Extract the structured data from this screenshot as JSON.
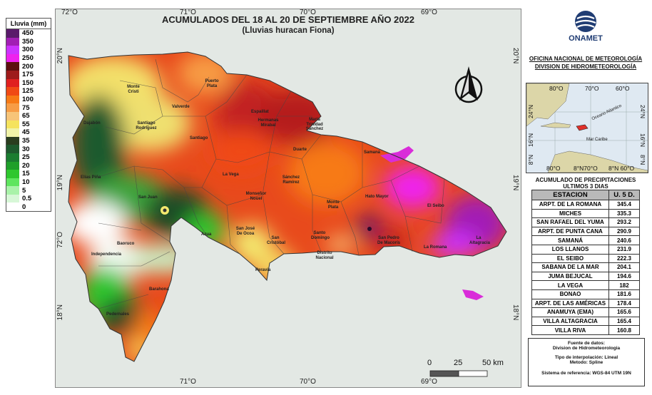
{
  "legend": {
    "title": "Lluvia (mm)",
    "items": [
      {
        "label": "450",
        "color": "#5a1a6b"
      },
      {
        "label": "350",
        "color": "#a21fb4"
      },
      {
        "label": "300",
        "color": "#cc33ff"
      },
      {
        "label": "250",
        "color": "#ee22ee"
      },
      {
        "label": "200",
        "color": "#5c0f0f"
      },
      {
        "label": "175",
        "color": "#9e1b1b"
      },
      {
        "label": "150",
        "color": "#e02020"
      },
      {
        "label": "125",
        "color": "#f04a15"
      },
      {
        "label": "100",
        "color": "#f77a16"
      },
      {
        "label": "75",
        "color": "#f79c45"
      },
      {
        "label": "65",
        "color": "#f7c478"
      },
      {
        "label": "55",
        "color": "#f5e35d"
      },
      {
        "label": "45",
        "color": "#f0f3a8"
      },
      {
        "label": "35",
        "color": "#2a3d1f"
      },
      {
        "label": "30",
        "color": "#1e5a2e"
      },
      {
        "label": "25",
        "color": "#1b7d31"
      },
      {
        "label": "20",
        "color": "#1f9f2a"
      },
      {
        "label": "15",
        "color": "#2ec72e"
      },
      {
        "label": "10",
        "color": "#5ee55e"
      },
      {
        "label": "5",
        "color": "#a9f2a9"
      },
      {
        "label": "0.5",
        "color": "#d7f7d7"
      },
      {
        "label": "0",
        "color": "#ffffff"
      }
    ]
  },
  "map": {
    "title": "ACUMULADOS DEL 18 AL 20 DE SEPTIEMBRE AÑO 2022",
    "subtitle": "(Lluvias huracan Fiona)",
    "coords_top": [
      "72°O",
      "71°O",
      "70°O",
      "69°O"
    ],
    "coords_bottom": [
      "71°O",
      "70°O",
      "69°O"
    ],
    "coords_left": [
      "20°N",
      "19°N",
      "72°O",
      "18°N"
    ],
    "coords_right": [
      "20°N",
      "19°N",
      "18°N"
    ],
    "places": [
      "Monte Cristi",
      "Puerto Plata",
      "Valverde",
      "Dajabón",
      "Santiago Rodríguez",
      "Santiago",
      "Espaillat",
      "Hermanas Mirabal",
      "María Trinidad Sánchez",
      "Duarte",
      "Samaná",
      "Elías Piña",
      "La Vega",
      "Sánchez Ramírez",
      "San Juan",
      "Monseñor Nouel",
      "Monte Plata",
      "Hato Mayor",
      "El Seibo",
      "La Altagracia",
      "San José De Ocoa",
      "Azua",
      "Baoruco",
      "Independencia",
      "San Cristóbal",
      "Santo Domingo",
      "San Pedro De Macorís",
      "La Romana",
      "Distrito Nacional",
      "Peravia",
      "Barahona",
      "Pedernales"
    ],
    "scale": {
      "ticks": [
        "0",
        "25",
        "50 km"
      ]
    }
  },
  "panel": {
    "logo_name": "ONAMET",
    "org_line1": "OFICINA NACIONAL DE METEOROLOGÍA",
    "org_line2": "DIVISION DE HIDROMETEOROLOGÍA",
    "inset": {
      "lon_top": [
        "80°O",
        "70°O",
        "60°O"
      ],
      "lon_bottom": [
        "80°O",
        "8°N70°O",
        "8°N 60°O"
      ],
      "lat_left": [
        "24°N",
        "16°N",
        "8°N"
      ],
      "lat_right": [
        "24°N",
        "16°N",
        "8°N"
      ],
      "ocean": "Oceano Atlantico",
      "sea": "Mar Caribe"
    },
    "table_title_line1": "ACUMULADO DE PRECIPITACIONES",
    "table_title_line2": "ULTIMOS 3 DIAS",
    "table_headers": [
      "ESTACION",
      "U. 5 D."
    ],
    "stations": [
      [
        "ARPT. DE LA ROMANA",
        "345.4"
      ],
      [
        "MICHES",
        "335.3"
      ],
      [
        "SAN RAFAEL DEL YUMA",
        "293.2"
      ],
      [
        "ARPT. DE PUNTA CANA",
        "290.9"
      ],
      [
        "SAMANÁ",
        "240.6"
      ],
      [
        "LOS LLANOS",
        "231.9"
      ],
      [
        "EL SEIBO",
        "222.3"
      ],
      [
        "SABANA DE LA MAR",
        "204.1"
      ],
      [
        "JUMA BEJUCAL",
        "194.6"
      ],
      [
        "LA VEGA",
        "182"
      ],
      [
        "BONAO",
        "181.6"
      ],
      [
        "ARPT. DE LAS AMÉRICAS",
        "178.4"
      ],
      [
        "ANAMUYA (EMA)",
        "165.6"
      ],
      [
        "VILLA ALTAGRACIA",
        "165.4"
      ],
      [
        "VILLA RIVA",
        "160.8"
      ]
    ],
    "source": {
      "line1": "Fuente de datos:",
      "line2": "Division de Hidrometeorologia",
      "line3": "Tipo de interpolación: Lineal",
      "line4": "Metodo: Spline",
      "line5": "Sistema de referencia: WGS-84 UTM 19N"
    }
  }
}
